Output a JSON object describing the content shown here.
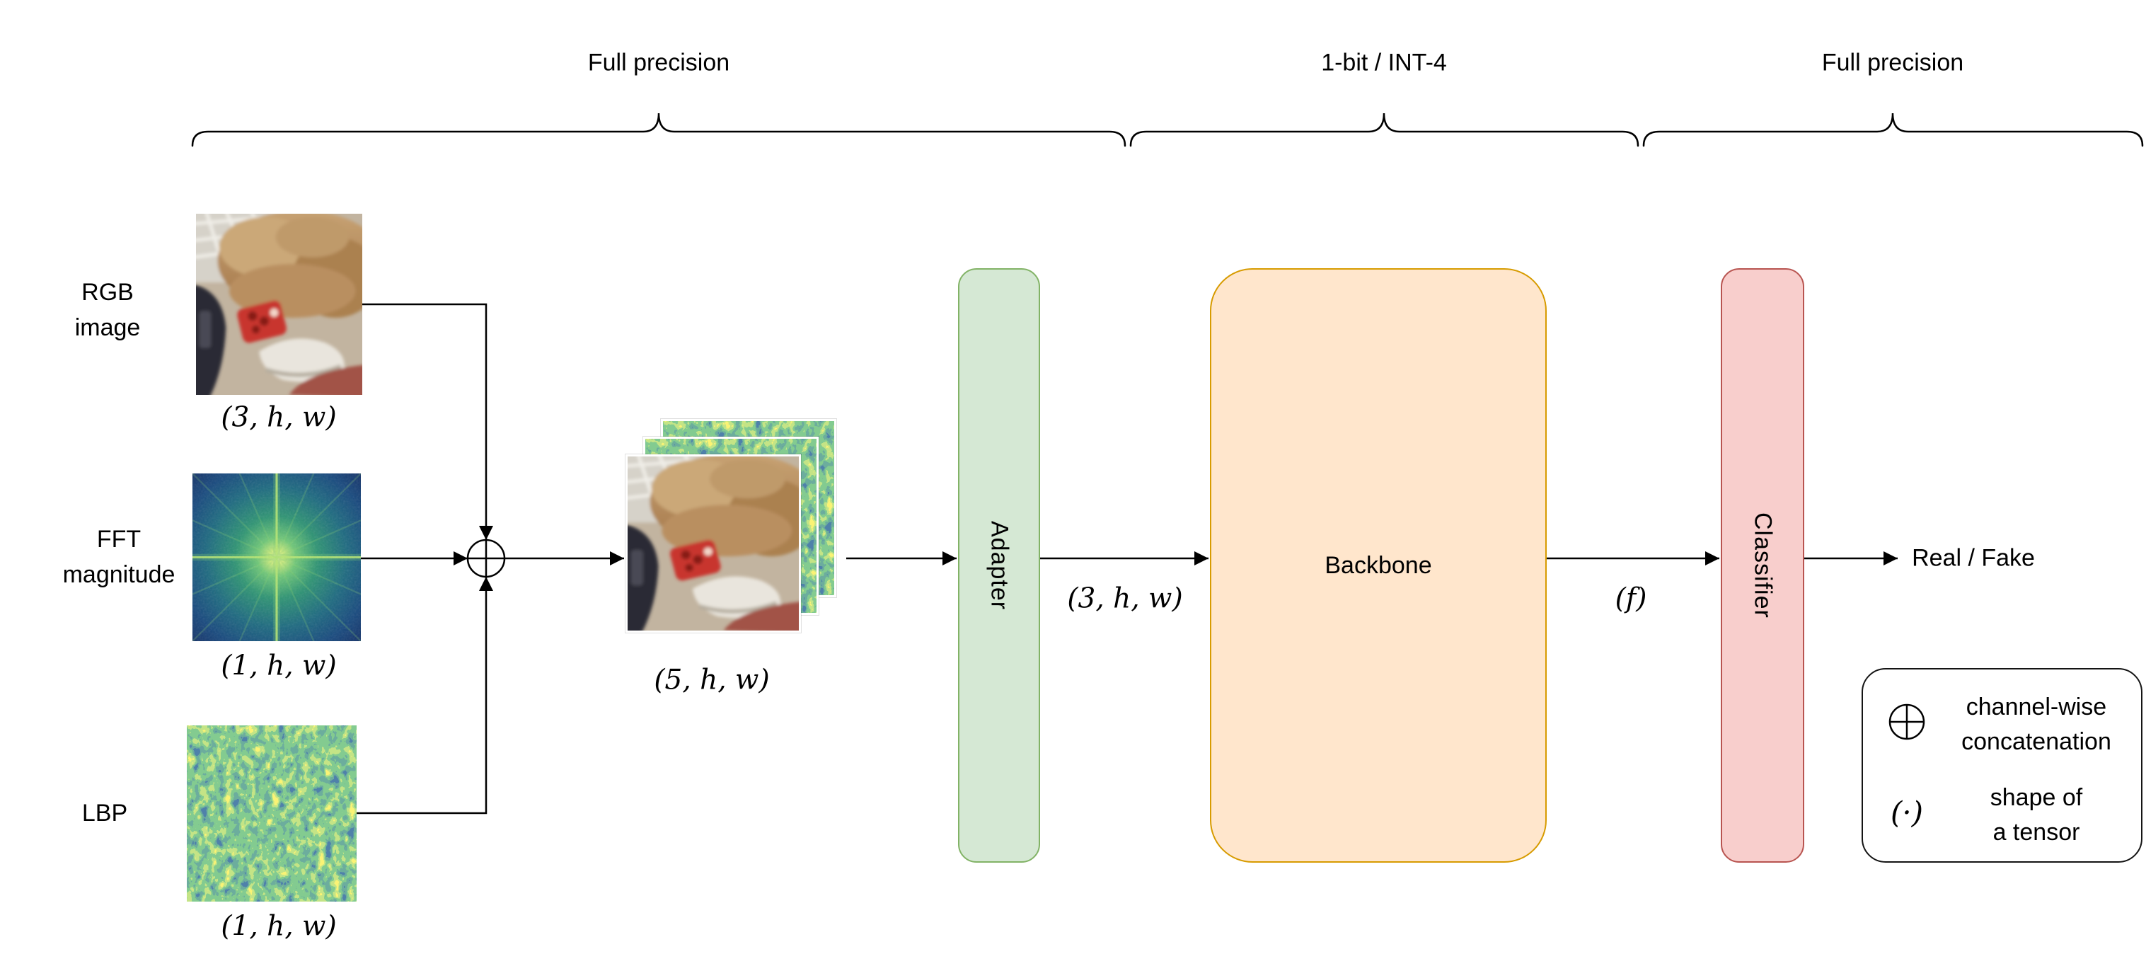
{
  "precision_braces": [
    {
      "label": "Full precision"
    },
    {
      "label": "1-bit / INT-4"
    },
    {
      "label": "Full precision"
    }
  ],
  "inputs": [
    {
      "label": [
        "RGB",
        "image"
      ],
      "shape": "(3, h, w)",
      "thumbnail": "rgb-photo"
    },
    {
      "label": [
        "FFT",
        "magnitude"
      ],
      "shape": "(1, h, w)",
      "thumbnail": "fft-magnitude-map"
    },
    {
      "label": [
        "LBP"
      ],
      "shape": "(1, h, w)",
      "thumbnail": "lbp-texture-map"
    }
  ],
  "concat_stack": {
    "shape": "(5, h, w)"
  },
  "blocks": [
    {
      "label": "Adapter",
      "fill": "#d5e8d4",
      "stroke": "#82b366"
    },
    {
      "label": "Backbone",
      "fill": "#ffe6cc",
      "stroke": "#d79b00"
    },
    {
      "label": "Classifier",
      "fill": "#f8cecc",
      "stroke": "#b85450"
    }
  ],
  "edge_labels": {
    "adapter_to_backbone": "(3, h, w)",
    "backbone_to_classifier": "(f)"
  },
  "output": "Real / Fake",
  "legend": [
    {
      "symbol": "circled-plus",
      "text": [
        "channel-wise",
        "concatenation"
      ]
    },
    {
      "symbol": "(·)",
      "text": [
        "shape of",
        "a tensor"
      ]
    }
  ]
}
